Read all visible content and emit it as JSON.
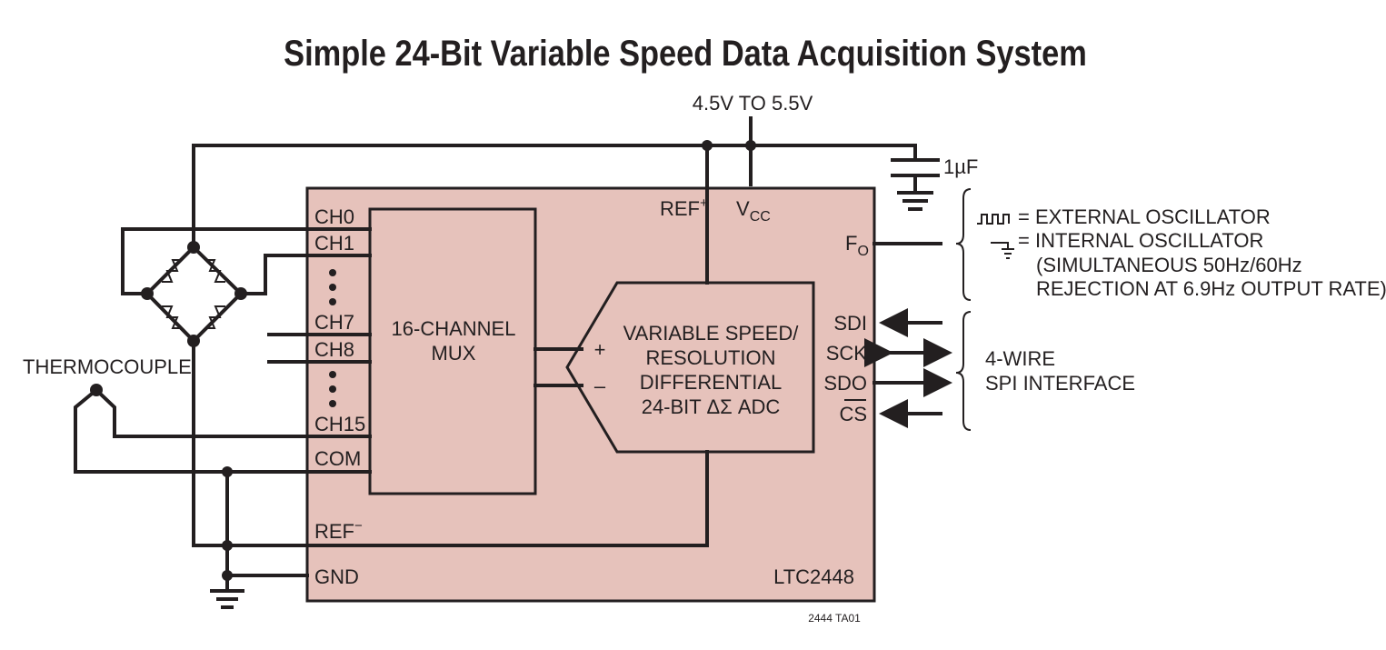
{
  "title": "Simple 24-Bit Variable Speed Data Acquisition System",
  "supply_label": "4.5V TO 5.5V",
  "capacitor_label": "1µF",
  "chip": {
    "name": "LTC2448",
    "body_color": "#e6c2bb",
    "pins_left": {
      "ch0": "CH0",
      "ch1": "CH1",
      "ch7": "CH7",
      "ch8": "CH8",
      "ch15": "CH15",
      "com": "COM",
      "ref_minus": "REF",
      "ref_minus_sup": "−",
      "gnd": "GND"
    },
    "pins_top": {
      "ref_plus": "REF",
      "ref_plus_sup": "+",
      "vcc": "V",
      "vcc_sub": "CC"
    },
    "pins_right": {
      "fo": "F",
      "fo_sub": "O",
      "sdi": "SDI",
      "sck": "SCK",
      "sdo": "SDO",
      "cs": "CS"
    },
    "mux": {
      "line1": "16-CHANNEL",
      "line2": "MUX"
    },
    "adc": {
      "line1": "VARIABLE SPEED/",
      "line2": "RESOLUTION",
      "line3": "DIFFERENTIAL",
      "line4": "24-BIT ΔΣ ADC",
      "plus": "+",
      "minus": "–"
    }
  },
  "thermocouple_label": "THERMOCOUPLE",
  "oscillator_notes": {
    "external": "= EXTERNAL OSCILLATOR",
    "internal": "= INTERNAL OSCILLATOR",
    "line3": "(SIMULTANEOUS 50Hz/60Hz",
    "line4": "REJECTION AT 6.9Hz OUTPUT RATE)"
  },
  "spi_notes": {
    "line1": "4-WIRE",
    "line2": "SPI INTERFACE"
  },
  "figure_code": "2444 TA01"
}
